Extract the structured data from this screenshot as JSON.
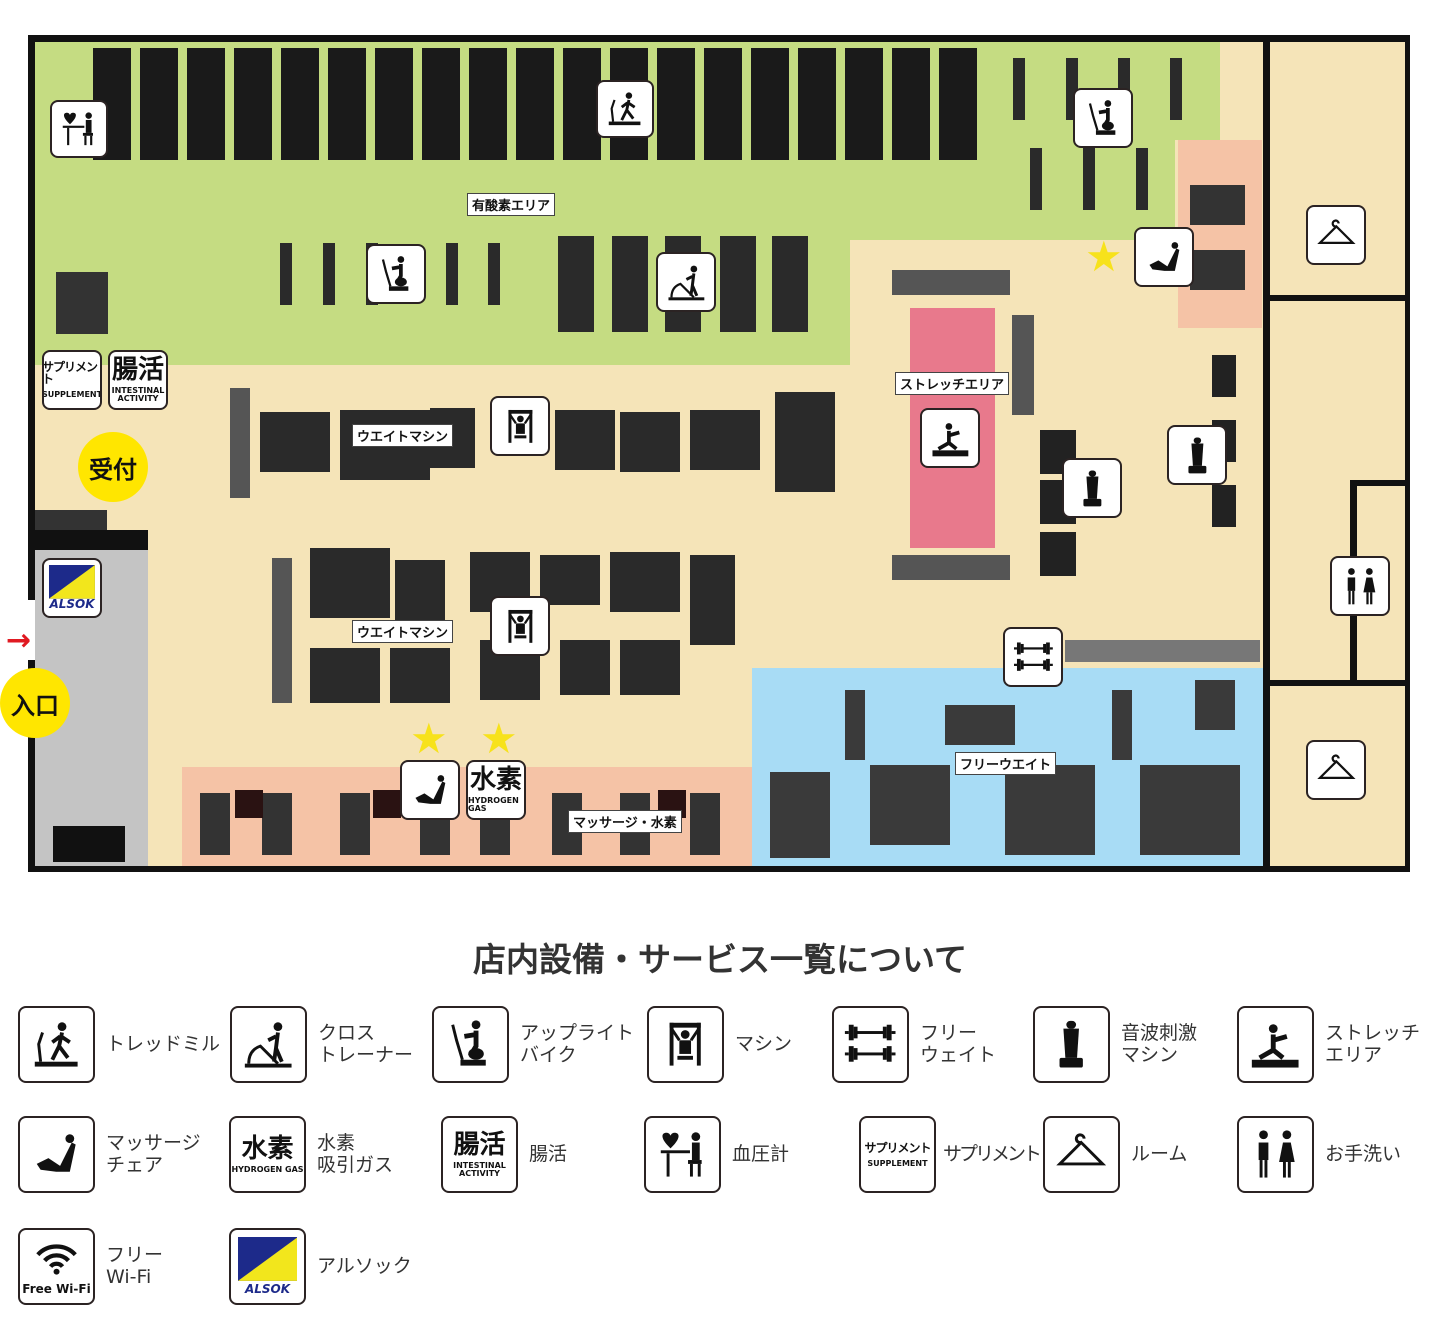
{
  "map": {
    "areas": {
      "cardio": "有酸素エリア",
      "stretch": "ストレッチエリア",
      "weight_machine_1": "ウエイトマシン",
      "weight_machine_2": "ウエイトマシン",
      "massage_hydrogen": "マッサージ・水素",
      "free_weight": "フリーウエイト"
    },
    "reception": "受付",
    "entrance": "入口",
    "colors": {
      "cardio": "#c5dc82",
      "floor": "#f5e4b8",
      "massage": "#f5c3a6",
      "stretch": "#e8798c",
      "free_weight": "#a8dcf5",
      "entrance": "#c4c4c4",
      "sign": "#ffe600"
    }
  },
  "legend": {
    "title": "店内設備・サービス一覧について",
    "items": [
      {
        "icon": "treadmill-icon",
        "label": "トレッドミル"
      },
      {
        "icon": "cross-trainer-icon",
        "label": "クロス\nトレーナー"
      },
      {
        "icon": "upright-bike-icon",
        "label": "アップライト\nバイク"
      },
      {
        "icon": "machine-icon",
        "label": "マシン"
      },
      {
        "icon": "free-weight-icon",
        "label": "フリー\nウェイト"
      },
      {
        "icon": "sonic-machine-icon",
        "label": "音波刺激\nマシン"
      },
      {
        "icon": "stretch-icon",
        "label": "ストレッチ\nエリア"
      },
      {
        "icon": "massage-chair-icon",
        "label": "マッサージ\nチェア"
      },
      {
        "icon": "hydrogen-icon",
        "label": "水素\n吸引ガス"
      },
      {
        "icon": "intestinal-icon",
        "label": "腸活"
      },
      {
        "icon": "blood-pressure-icon",
        "label": "血圧計"
      },
      {
        "icon": "supplement-icon",
        "label": "サプリメント"
      },
      {
        "icon": "hanger-icon",
        "label": "ルーム"
      },
      {
        "icon": "restroom-icon",
        "label": "お手洗い"
      },
      {
        "icon": "wifi-icon",
        "label": "フリー\nWi-Fi"
      },
      {
        "icon": "alsok-icon",
        "label": "アルソック"
      }
    ]
  },
  "icon_text": {
    "hydrogen_main": "水素",
    "hydrogen_sub": "HYDROGEN GAS",
    "intestinal_main": "腸活",
    "intestinal_sub": "INTESTINAL\nACTIVITY",
    "supplement_main": "サプリメント",
    "supplement_sub": "SUPPLEMENT",
    "wifi": "Free Wi-Fi",
    "alsok": "ALSOK"
  }
}
